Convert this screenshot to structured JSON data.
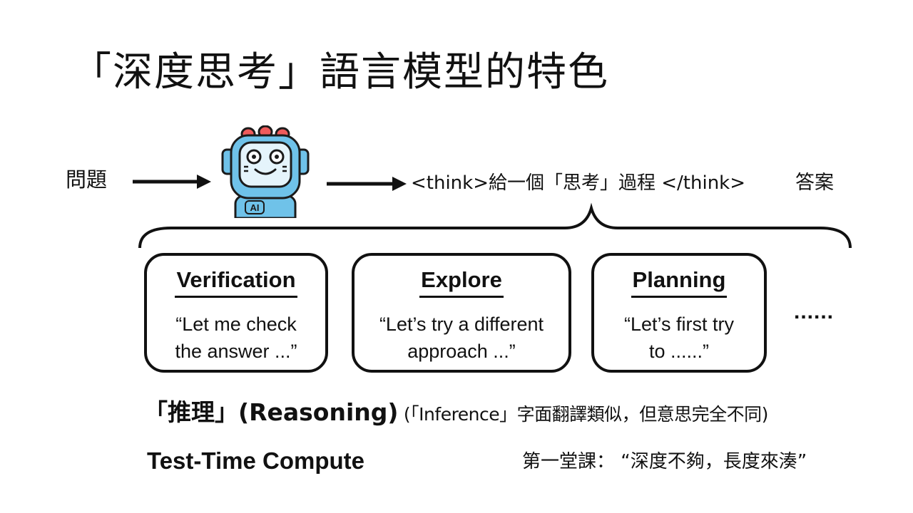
{
  "slide": {
    "title": "「深度思考」語言模型的特色",
    "question_label": "問題",
    "robot": {
      "icon": "robot-icon",
      "badge_text": "AI",
      "colors": {
        "body": "#6fc2e9",
        "screen": "#e5f4fb",
        "antenna_bumps": "#ef5b5b",
        "outline": "#1b1b1b"
      }
    },
    "think_text": "<think>給一個「思考」過程 </think>",
    "answer_label": "答案",
    "cards": [
      {
        "title": "Verification",
        "quote": "“Let me check\nthe answer ...”"
      },
      {
        "title": "Explore",
        "quote": "“Let’s try a different\napproach ...”"
      },
      {
        "title": "Planning",
        "quote": "“Let’s first try\nto ......”"
      }
    ],
    "more": "......",
    "reasoning": {
      "main": "「推理」(Reasoning)",
      "note": " (「Inference」字面翻譯類似，但意思完全不同)"
    },
    "test_time_compute": "Test-Time Compute",
    "lesson_note": "第一堂課： “深度不夠，長度來湊”"
  }
}
